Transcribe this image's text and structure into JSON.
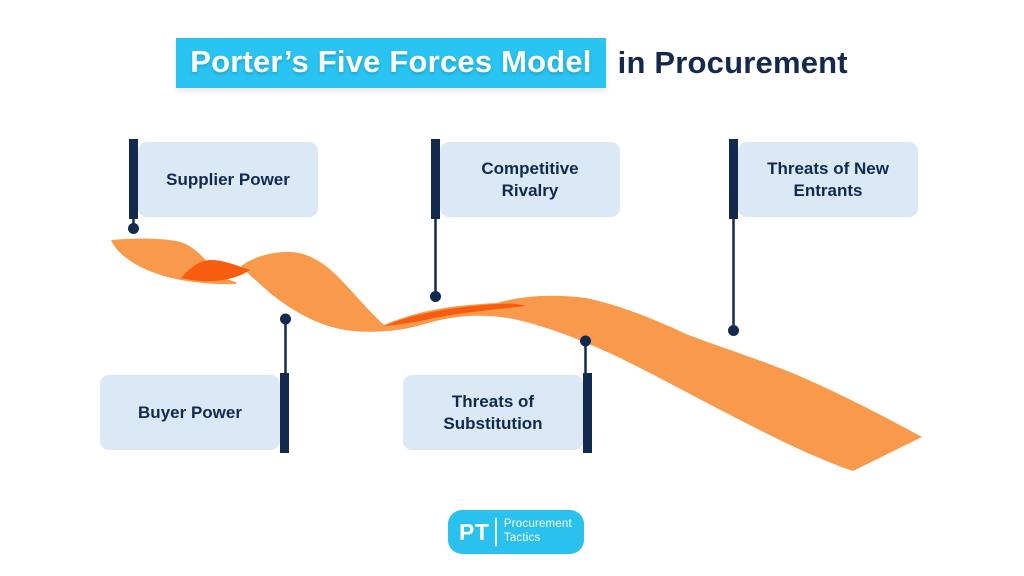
{
  "title": {
    "highlight": "Porter’s Five Forces Model",
    "rest": "in Procurement"
  },
  "forces": [
    {
      "label": "Supplier Power",
      "row": "top"
    },
    {
      "label": "Competitive Rivalry",
      "row": "top"
    },
    {
      "label": "Threats of New Entrants",
      "row": "top"
    },
    {
      "label": "Buyer Power",
      "row": "bottom"
    },
    {
      "label": "Threats of Substitution",
      "row": "bottom"
    }
  ],
  "logo": {
    "abbr": "PT",
    "name_line1": "Procurement",
    "name_line2": "Tactics"
  },
  "colors": {
    "accent_cyan": "#29C4F2",
    "logo_cyan": "#2BC1EE",
    "navy": "#14294E",
    "box_fill": "#DBE9F6",
    "ribbon_light": "#F9994B",
    "ribbon_dark": "#F85C0E"
  }
}
